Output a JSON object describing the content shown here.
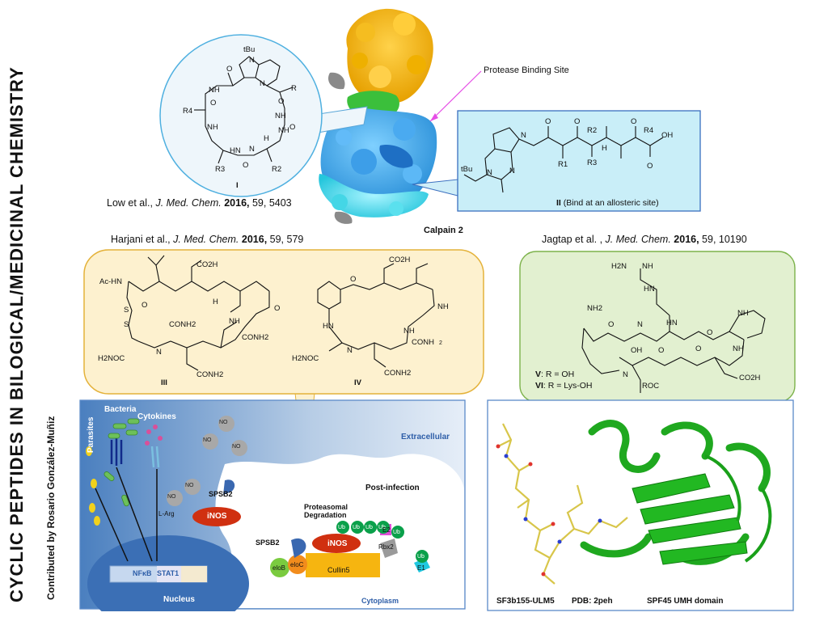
{
  "title": {
    "main": "CYCLIC  PEPTIDES  IN  BILOGICAL/MEDICINAL  CHEMISTRY",
    "contributor": "Contributed by Rosario González-Muñiz"
  },
  "references": {
    "low": {
      "authors": "Low et al., ",
      "journal": "J. Med. Chem.",
      "year": "2016,",
      "rest": " 59, 5403"
    },
    "harjani": {
      "authors": "Harjani et al., ",
      "journal": "J. Med. Chem.",
      "year": "2016,",
      "rest": " 59, 579"
    },
    "jagtap": {
      "authors": "Jagtap et al. , ",
      "journal": "J. Med. Chem.",
      "year": "2016,",
      "rest": " 59, 10190"
    }
  },
  "calpain": {
    "protein_label": "Calpain 2",
    "binding_site_label": "Protease Binding Site",
    "compound_I": {
      "label": "I",
      "tbu": "tBu",
      "atoms": [
        "N",
        "O",
        "N",
        "NH",
        "NH",
        "R4",
        "O",
        "O",
        "NH",
        "NH",
        "HN",
        "O",
        "N",
        "O",
        "R3",
        "H",
        "R2",
        "N",
        "O",
        "R"
      ]
    },
    "compound_II": {
      "label": "II",
      "note": " (Bind at an allosteric site)",
      "atoms": [
        "N",
        "N",
        "N",
        "O",
        "R1",
        "R2",
        "H",
        "N",
        "N",
        "O",
        "R4",
        "OH",
        "O",
        "H",
        "N",
        "N",
        "O",
        "R3",
        "H",
        "O",
        "O",
        "tBu",
        "N",
        "H",
        "N",
        "H"
      ]
    }
  },
  "harjani_panel": {
    "compound_III": {
      "label": "III",
      "atoms": [
        "Ac-HN",
        "CO2H",
        "O",
        "H",
        "N",
        "S",
        "S",
        "O",
        "NH",
        "O",
        "HN",
        "NH",
        "O",
        "CONH2",
        "H2NOC",
        "N",
        "H",
        "O",
        "H",
        "N",
        "O",
        "CONH2",
        "CONH2"
      ]
    },
    "compound_IV": {
      "label": "IV",
      "atoms": [
        "CO2H",
        "O",
        "O",
        "H",
        "N",
        "HN",
        "O",
        "NH",
        "NH",
        "O",
        "CONH",
        "2",
        "H2NOC",
        "N",
        "H",
        "O",
        "H",
        "N",
        "O",
        "CONH2"
      ]
    }
  },
  "jagtap_panel": {
    "legend_V": {
      "id": "V",
      "text": ": R = OH"
    },
    "legend_VI": {
      "id": "VI",
      "text": ": R = Lys-OH"
    },
    "atoms": [
      "H2N",
      "NH",
      "HN",
      "NH2",
      "O",
      "H",
      "N",
      "HN",
      "O",
      "O",
      "H",
      "N",
      "NH",
      "OH",
      "H",
      "N",
      "O",
      "N",
      "H",
      "O",
      "NH",
      "CO2H",
      "ROC",
      "O",
      "N",
      "H"
    ]
  },
  "pathway": {
    "parasites": "Parasites",
    "bacteria": "Bacteria",
    "cytokines": "Cytokines",
    "no_label": "NO",
    "extracellular": "Extracellular",
    "post_infection": "Post-infection",
    "l_arg": "L-Arg",
    "inos": "iNOS",
    "spsb2": "SPSB2",
    "nfkb": "NFκB",
    "stat1": "STAT1",
    "nucleus": "Nucleus",
    "cytoplasm": "Cytoplasm",
    "proteasomal": "Proteasomal",
    "degradation": "Degradation",
    "ub": "Ub",
    "e2": "E2",
    "e1": "E1",
    "rbx2": "Rbx2",
    "elob": "eloB",
    "eloc": "eloC",
    "cullin5": "Cullin5"
  },
  "structure_panel": {
    "left": "SF3b155-ULM5",
    "middle": "PDB:  2peh",
    "right": "SPF45  UMH domain"
  }
}
